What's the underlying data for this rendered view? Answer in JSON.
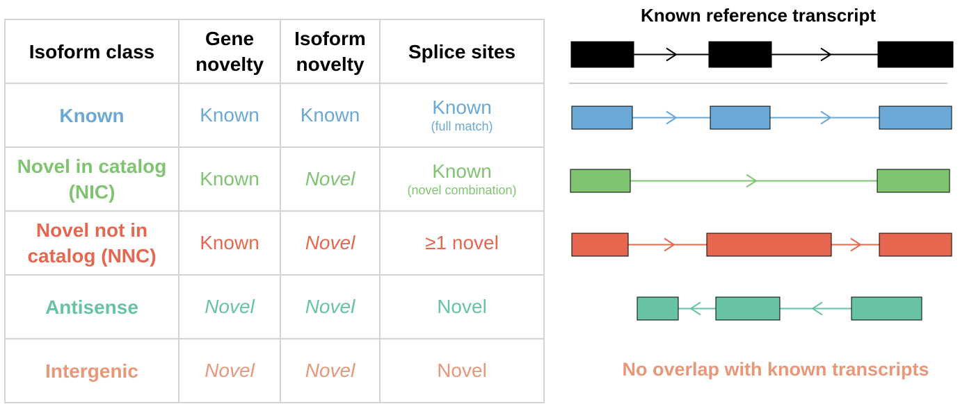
{
  "table": {
    "headers": [
      "Isoform class",
      "Gene\nnovelty",
      "Isoform\nnovelty",
      "Splice sites"
    ],
    "rows": [
      {
        "key": "known",
        "color": "#6aa9d5",
        "cls": "Known",
        "gene": "Known",
        "gene_novel": false,
        "isoform": "Known",
        "isoform_novel": false,
        "splice": "Known",
        "splice_novel": false,
        "splice_sub": "(full match)"
      },
      {
        "key": "nic",
        "color": "#80c471",
        "cls": "Novel in catalog (NIC)",
        "gene": "Known",
        "gene_novel": false,
        "isoform": "Novel",
        "isoform_novel": true,
        "splice": "Known",
        "splice_novel": false,
        "splice_sub": "(novel combination)"
      },
      {
        "key": "nnc",
        "color": "#e5674f",
        "cls": "Novel not in catalog (NNC)",
        "gene": "Known",
        "gene_novel": false,
        "isoform": "Novel",
        "isoform_novel": true,
        "splice": "≥1 novel",
        "splice_novel": false,
        "splice_sub": ""
      },
      {
        "key": "antisense",
        "color": "#67c3a3",
        "cls": "Antisense",
        "gene": "Novel",
        "gene_novel": true,
        "isoform": "Novel",
        "isoform_novel": true,
        "splice": "Novel",
        "splice_novel": false,
        "splice_sub": ""
      },
      {
        "key": "intergenic",
        "color": "#e89878",
        "cls": "Intergenic",
        "gene": "Novel",
        "gene_novel": true,
        "isoform": "Novel",
        "isoform_novel": true,
        "splice": "Novel",
        "splice_novel": false,
        "splice_sub": ""
      }
    ]
  },
  "diagram": {
    "title": "Known reference transcript",
    "reference_color": "#000000",
    "divider_color": "#cccccc",
    "intergenic_note": "No overlap with known transcripts",
    "intergenic_color": "#e89878"
  }
}
